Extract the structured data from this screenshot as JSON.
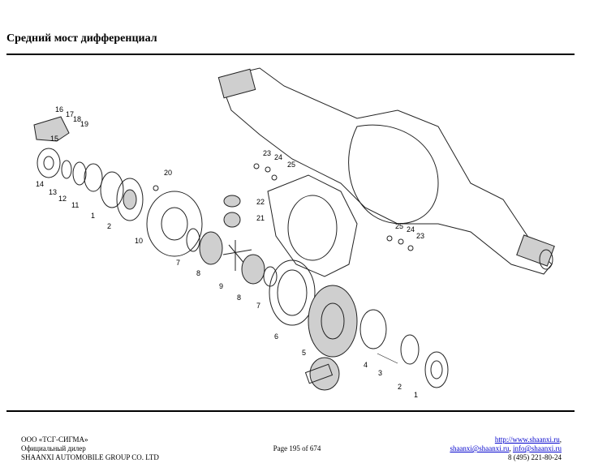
{
  "header": {
    "title": "Средний мост дифференциал"
  },
  "diagram": {
    "callouts": [
      {
        "n": "16"
      },
      {
        "n": "17"
      },
      {
        "n": "18"
      },
      {
        "n": "19"
      },
      {
        "n": "15"
      },
      {
        "n": "14"
      },
      {
        "n": "13"
      },
      {
        "n": "12"
      },
      {
        "n": "11"
      },
      {
        "n": "1"
      },
      {
        "n": "2"
      },
      {
        "n": "10"
      },
      {
        "n": "20"
      },
      {
        "n": "7"
      },
      {
        "n": "8"
      },
      {
        "n": "9"
      },
      {
        "n": "8"
      },
      {
        "n": "7"
      },
      {
        "n": "6"
      },
      {
        "n": "5"
      },
      {
        "n": "4"
      },
      {
        "n": "3"
      },
      {
        "n": "2"
      },
      {
        "n": "1"
      },
      {
        "n": "22"
      },
      {
        "n": "21"
      },
      {
        "n": "23"
      },
      {
        "n": "24"
      },
      {
        "n": "25"
      },
      {
        "n": "25"
      },
      {
        "n": "24"
      },
      {
        "n": "23"
      }
    ]
  },
  "footer": {
    "company": "ООО «ТСГ-СИГМА»",
    "dealer": "Официальный дилер",
    "maker": "SHAANXI AUTOMOBILE GROUP CO. LTD",
    "page": "Page 195 of 674",
    "site_link": "http://www.shaanxi.ru",
    "site_sep": ",",
    "email1": "shaanxi@shaanxi.ru",
    "email_sep": ", ",
    "email2": "info@shaanxi.ru",
    "phone": "8 (495) 221-80-24"
  }
}
